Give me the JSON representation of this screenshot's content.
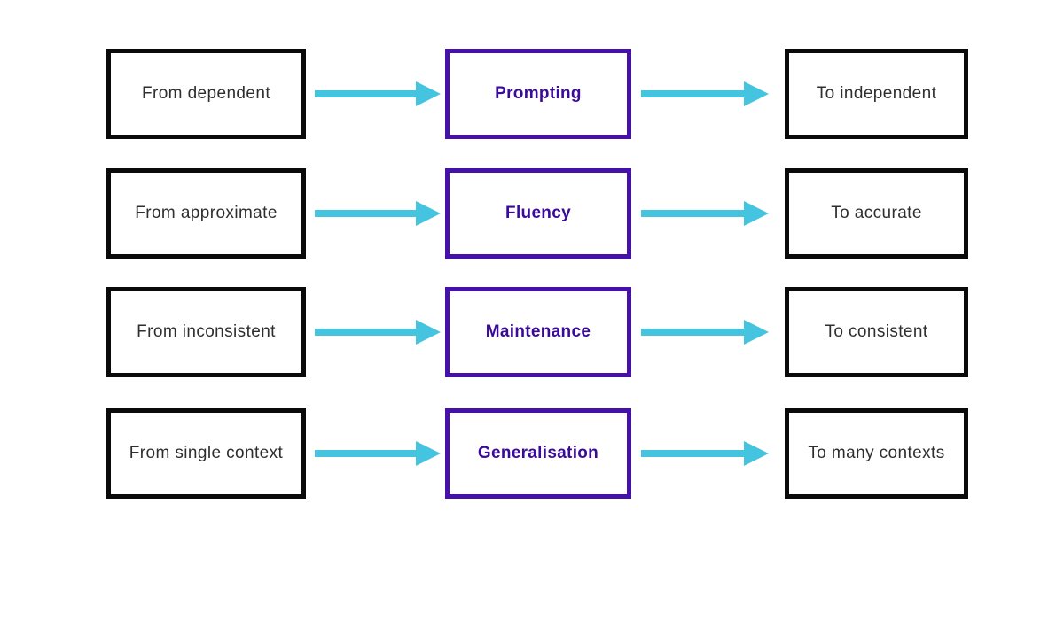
{
  "diagram": {
    "rows": [
      {
        "from": "From dependent",
        "process": "Prompting",
        "to": "To independent"
      },
      {
        "from": "From approximate",
        "process": "Fluency",
        "to": "To accurate"
      },
      {
        "from": "From inconsistent",
        "process": "Maintenance",
        "to": "To consistent"
      },
      {
        "from": "From single context",
        "process": "Generalisation",
        "to": "To many contexts"
      }
    ]
  },
  "icons": {
    "arrow": "arrow-right"
  },
  "colors": {
    "background": "#FFFFFF",
    "arrow": "#45C4DF",
    "process_border": "#4611AB",
    "process_text": "#3A0B99",
    "box_border": "#0A0A0A",
    "box_text": "#2E2E2E"
  }
}
